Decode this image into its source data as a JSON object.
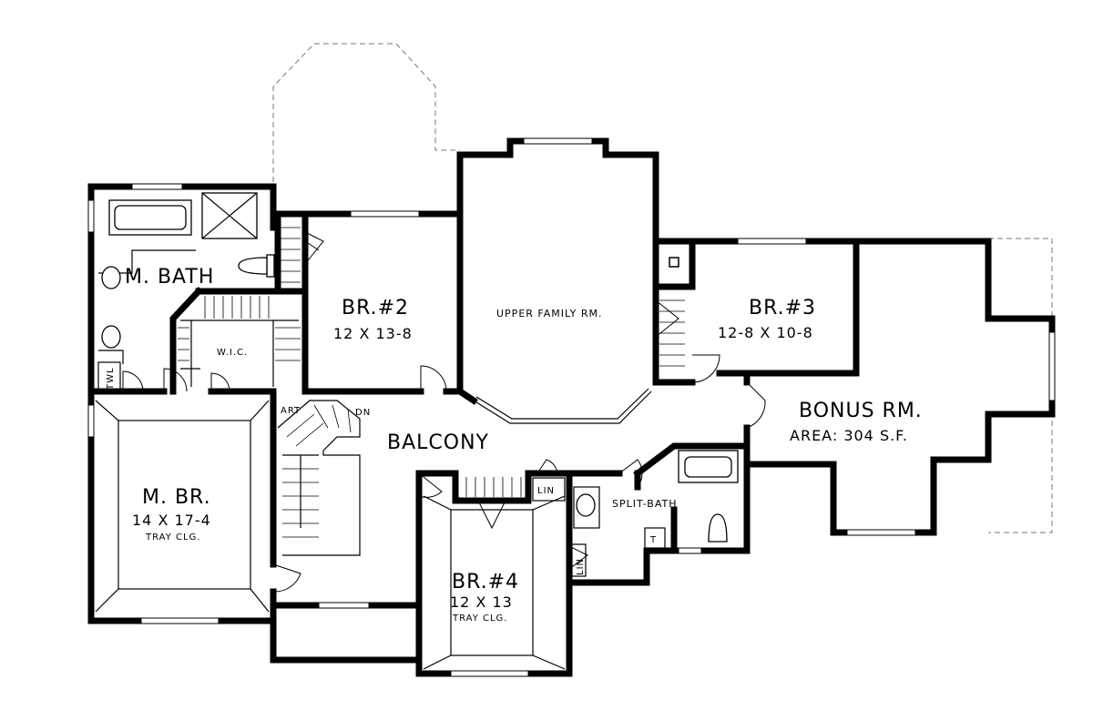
{
  "rooms": {
    "master_bath": {
      "name": "M. BATH"
    },
    "wic": {
      "name": "W.I.C."
    },
    "towel": {
      "name": "TWL"
    },
    "br2": {
      "name": "BR.#2",
      "size": "12 X 13-8"
    },
    "family": {
      "name": "UPPER FAMILY RM."
    },
    "br3": {
      "name": "BR.#3",
      "size": "12-8 X 10-8"
    },
    "bonus": {
      "name": "BONUS RM.",
      "area": "AREA: 304 S.F."
    },
    "master_br": {
      "name": "M. BR.",
      "size": "14 X 17-4",
      "note": "TRAY CLG."
    },
    "balcony": {
      "name": "BALCONY"
    },
    "art": {
      "name": "ART"
    },
    "down": {
      "name": "DN"
    },
    "br4": {
      "name": "BR.#4",
      "size": "12 X 13",
      "note": "TRAY CLG."
    },
    "linen1": {
      "name": "LIN"
    },
    "linen2": {
      "name": "LIN"
    },
    "split_bath": {
      "name": "SPLIT-BATH"
    },
    "toilet": {
      "name": "T"
    }
  }
}
